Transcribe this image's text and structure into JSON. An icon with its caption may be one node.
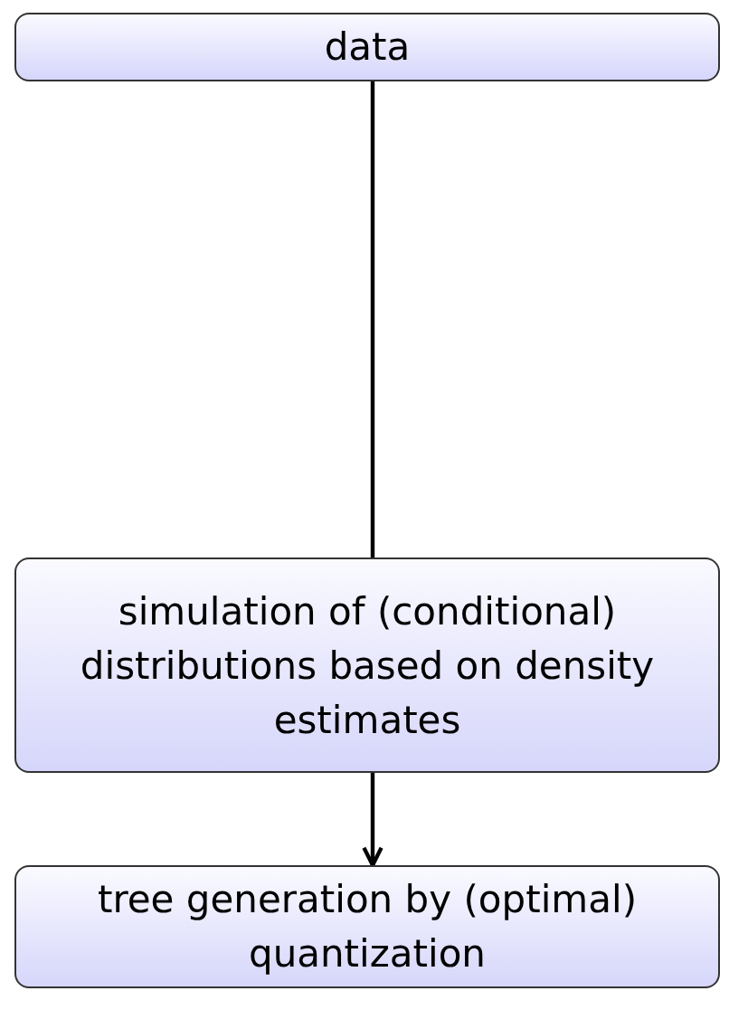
{
  "diagram": {
    "nodes": [
      {
        "text": [
          "data"
        ]
      },
      {
        "text": [
          "simulation of (conditional) distributions based on density estimates"
        ]
      },
      {
        "text": [
          "tree generation by (optimal) quantization"
        ]
      }
    ],
    "edges": [
      {
        "from": 0,
        "to": 1,
        "arrow": "none"
      },
      {
        "from": 1,
        "to": 2,
        "arrow": "to"
      }
    ]
  }
}
